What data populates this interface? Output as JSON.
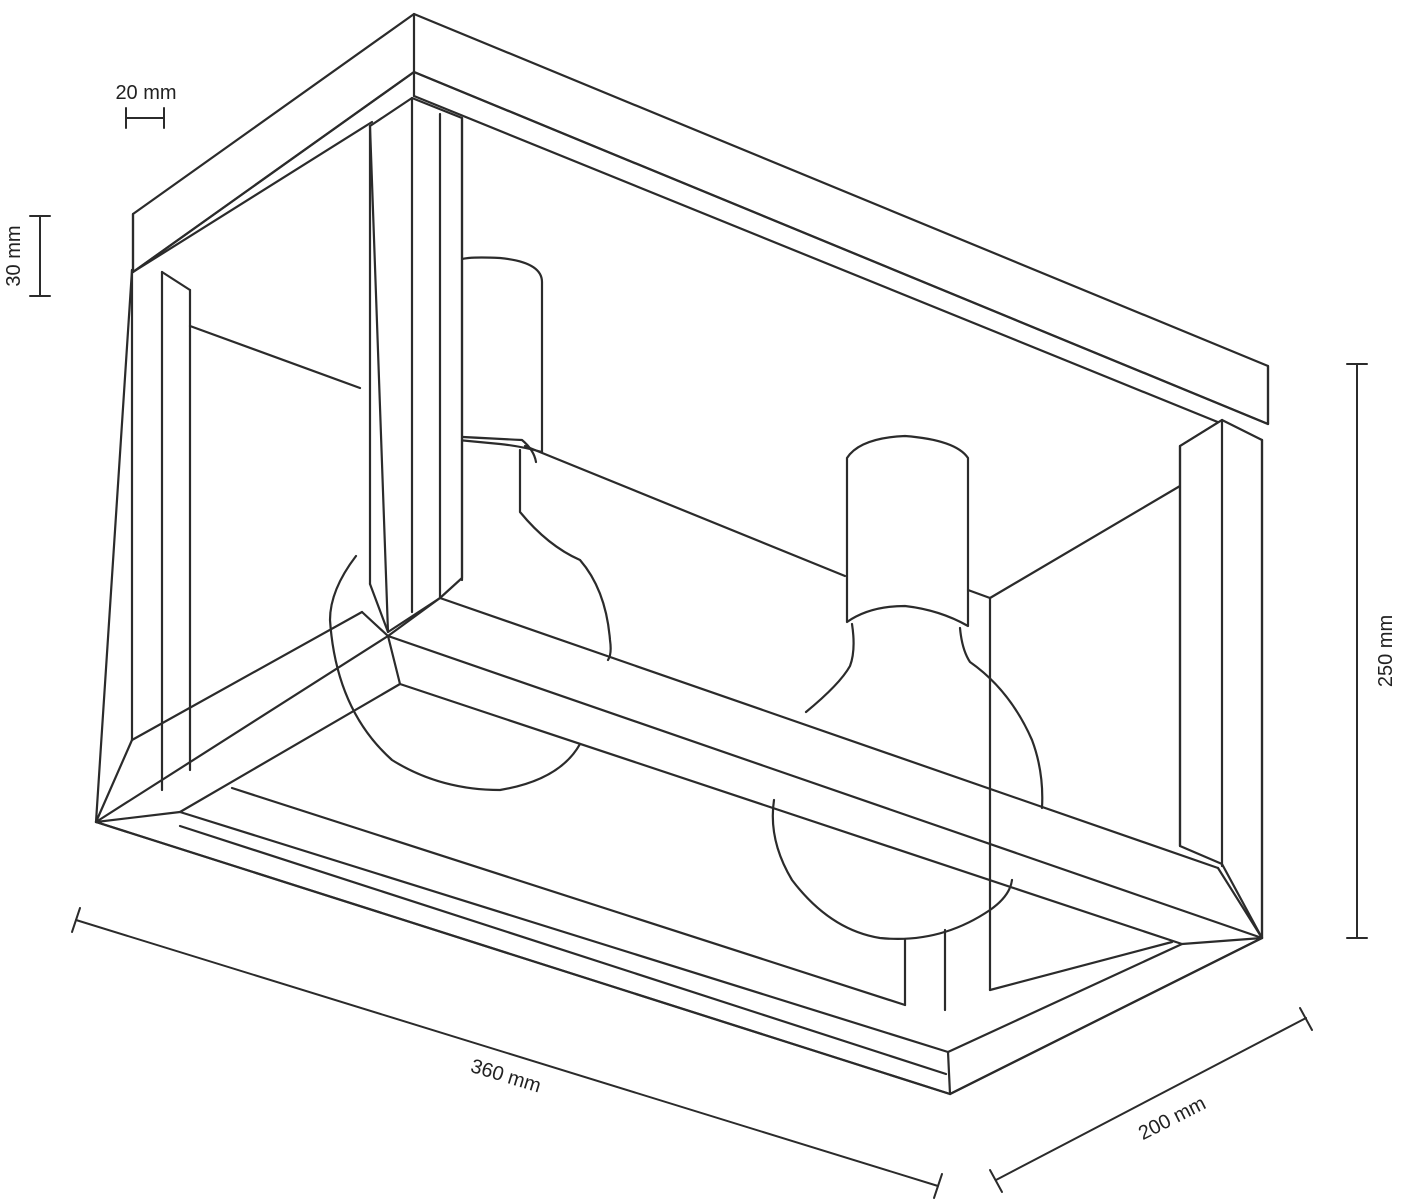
{
  "figure": {
    "subject": "wooden frame ceiling lamp with two globe bulbs",
    "stroke_color": "#2b2b2b",
    "background_color": "#ffffff"
  },
  "dimensions": {
    "beam_width": "20 mm",
    "beam_height": "30 mm",
    "height": "250 mm",
    "length": "360 mm",
    "depth": "200 mm"
  }
}
